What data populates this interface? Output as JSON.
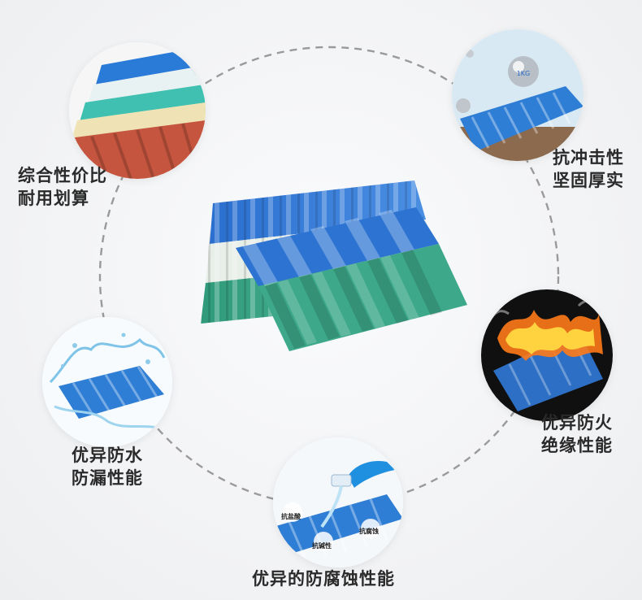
{
  "features": {
    "cost": {
      "line1": "综合性价比",
      "line2": "耐用划算"
    },
    "impact": {
      "line1": "抗冲击性",
      "line2": "坚固厚实",
      "ball_label": "1KG"
    },
    "fire": {
      "line1": "优异防火",
      "line2": "绝缘性能"
    },
    "water": {
      "line1": "优异防水",
      "line2": "防漏性能"
    },
    "corrosion": {
      "line1": "优异的防腐蚀性能",
      "tags": [
        "抗盐酸",
        "抗腐蚀",
        "抗碱性"
      ]
    }
  },
  "colors": {
    "blue": "#2f7fd6",
    "green": "#3fae8f",
    "white": "#eef2ee",
    "dashed": "#9a9a9a"
  }
}
